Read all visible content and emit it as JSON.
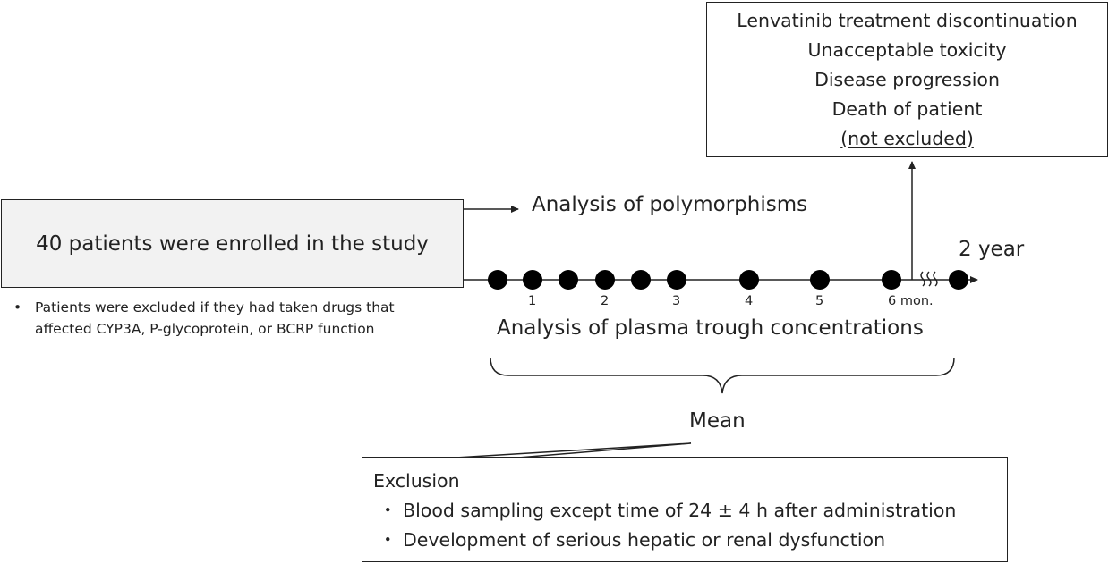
{
  "enrollment": {
    "label": "40 patients were enrolled in the study"
  },
  "exclusion_note": {
    "line1": "Patients were excluded if they had taken drugs that",
    "line2": "affected CYP3A, P-glycoprotein, or BCRP function"
  },
  "polymorphism": {
    "label": "Analysis of polymorphisms"
  },
  "timeline": {
    "end_label": "2 year",
    "month_labels": [
      "1",
      "2",
      "3",
      "4",
      "5",
      "6 mon."
    ],
    "sampling_points": 10
  },
  "plasma": {
    "label": "Analysis of plasma trough concentrations"
  },
  "mean": {
    "label": "Mean"
  },
  "discontinuation": {
    "title": "Lenvatinib treatment discontinuation",
    "reasons": [
      "Unacceptable toxicity",
      "Disease progression",
      "Death of patient"
    ],
    "note": "(not excluded)"
  },
  "exclusion": {
    "title": "Exclusion",
    "items": [
      "・ Blood sampling except time of 24 ± 4 h after administration",
      "・ Development of serious hepatic or renal dysfunction"
    ]
  }
}
